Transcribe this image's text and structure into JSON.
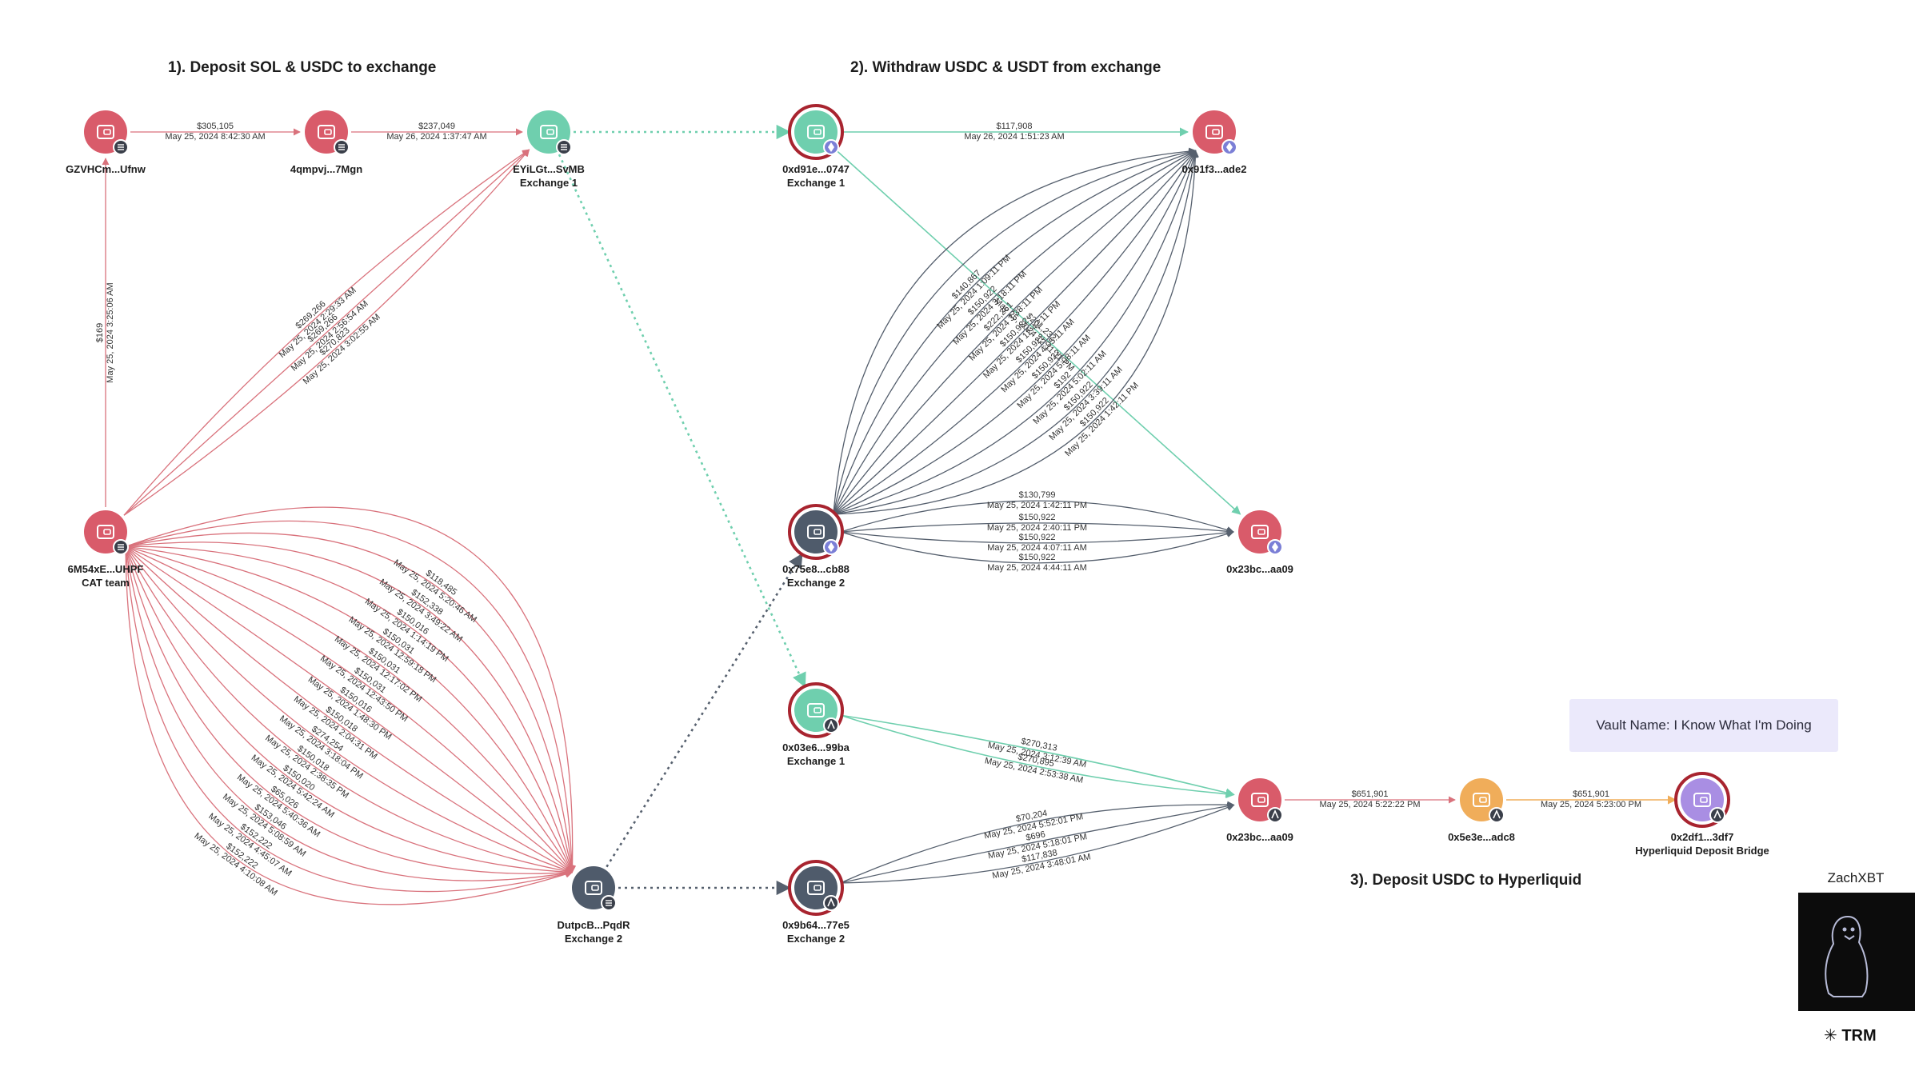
{
  "titles": {
    "s1": "1). Deposit SOL & USDC to exchange",
    "s2": "2). Withdraw USDC & USDT from exchange",
    "s3": "3). Deposit USDC to Hyperliquid"
  },
  "nodes": [
    {
      "id": "gzv",
      "label": "GZVHCm...Ufnw",
      "sub": "",
      "chain": "sol",
      "color": "#d95b6a",
      "ring": false,
      "badge": "sol"
    },
    {
      "id": "4qm",
      "label": "4qmpvj...7Mgn",
      "sub": "",
      "chain": "sol",
      "color": "#d95b6a",
      "ring": false,
      "badge": "sol"
    },
    {
      "id": "eyi",
      "label": "EYiLGt...SvMB",
      "sub": "Exchange 1",
      "chain": "sol",
      "color": "#6fcfae",
      "ring": false,
      "badge": "sol"
    },
    {
      "id": "6m5",
      "label": "6M54xE...UHPF",
      "sub": "CAT team",
      "chain": "sol",
      "color": "#d95b6a",
      "ring": false,
      "badge": "sol"
    },
    {
      "id": "dut",
      "label": "DutpcB...PqdR",
      "sub": "Exchange 2",
      "chain": "sol",
      "color": "#4f5b6b",
      "ring": false,
      "badge": "sol"
    },
    {
      "id": "d91",
      "label": "0xd91e...0747",
      "sub": "Exchange 1",
      "chain": "eth",
      "color": "#6fcfae",
      "ring": true,
      "badge": "eth"
    },
    {
      "id": "91f",
      "label": "0x91f3...ade2",
      "sub": "",
      "chain": "eth",
      "color": "#d95b6a",
      "ring": false,
      "badge": "eth"
    },
    {
      "id": "75e",
      "label": "0x75e8...cb88",
      "sub": "Exchange 2",
      "chain": "eth",
      "color": "#4f5b6b",
      "ring": true,
      "badge": "eth"
    },
    {
      "id": "23b1",
      "label": "0x23bc...aa09",
      "sub": "",
      "chain": "eth",
      "color": "#d95b6a",
      "ring": false,
      "badge": "eth"
    },
    {
      "id": "03e",
      "label": "0x03e6...99ba",
      "sub": "Exchange 1",
      "chain": "arb",
      "color": "#6fcfae",
      "ring": true,
      "badge": "arb"
    },
    {
      "id": "9b6",
      "label": "0x9b64...77e5",
      "sub": "Exchange 2",
      "chain": "arb",
      "color": "#4f5b6b",
      "ring": true,
      "badge": "arb"
    },
    {
      "id": "23b2",
      "label": "0x23bc...aa09",
      "sub": "",
      "chain": "arb",
      "color": "#d95b6a",
      "ring": false,
      "badge": "arb"
    },
    {
      "id": "5e3",
      "label": "0x5e3e...adc8",
      "sub": "",
      "chain": "arb",
      "color": "#f0ad5a",
      "ring": false,
      "badge": "arb"
    },
    {
      "id": "2df",
      "label": "0x2df1...3df7",
      "sub": "Hyperliquid Deposit Bridge",
      "chain": "arb",
      "color": "#a98ee3",
      "ring": true,
      "badge": "arb"
    }
  ],
  "edges": [
    {
      "id": "e1",
      "from": "gzv",
      "to": "4qm",
      "amount": "$305,105",
      "date": "May 25, 2024 8:42:30 AM",
      "kind": "straight"
    },
    {
      "id": "e2",
      "from": "4qm",
      "to": "eyi",
      "amount": "$237,049",
      "date": "May 26, 2024 1:37:47 AM",
      "kind": "straight"
    },
    {
      "id": "e3",
      "from": "6m5",
      "to": "gzv",
      "amount": "$169",
      "date": "May 25, 2024 3:25:06 AM",
      "kind": "straight"
    },
    {
      "id": "e4",
      "from": "6m5",
      "to": "eyi",
      "amount": "$270,823",
      "date": "May 25, 2024 3:02:55 AM",
      "kind": "curve",
      "bend": 0.06
    },
    {
      "id": "e5",
      "from": "6m5",
      "to": "eyi",
      "amount": "$269,266",
      "date": "May 25, 2024 2:56:54 AM",
      "kind": "curve",
      "bend": 0.0
    },
    {
      "id": "e6",
      "from": "6m5",
      "to": "eyi",
      "amount": "$269,266",
      "date": "May 25, 2024 2:29:33 AM",
      "kind": "curve",
      "bend": -0.06
    },
    {
      "id": "c1",
      "from": "6m5",
      "to": "dut",
      "amount": "$152,222",
      "date": "May 25, 2024 4:10:08 AM",
      "kind": "fan",
      "bend": 0.62
    },
    {
      "id": "c2",
      "from": "6m5",
      "to": "dut",
      "amount": "$152,222",
      "date": "May 25, 2024 4:45:07 AM",
      "kind": "fan",
      "bend": 0.54
    },
    {
      "id": "c3",
      "from": "6m5",
      "to": "dut",
      "amount": "$153,046",
      "date": "May 25, 2024 5:08:59 AM",
      "kind": "fan",
      "bend": 0.46
    },
    {
      "id": "c4",
      "from": "6m5",
      "to": "dut",
      "amount": "$65,026",
      "date": "May 25, 2024 5:40:36 AM",
      "kind": "fan",
      "bend": 0.38
    },
    {
      "id": "c5",
      "from": "6m5",
      "to": "dut",
      "amount": "$150,020",
      "date": "May 25, 2024 5:42:24 AM",
      "kind": "fan",
      "bend": 0.3
    },
    {
      "id": "c6",
      "from": "6m5",
      "to": "dut",
      "amount": "$150,018",
      "date": "May 25, 2024 2:38:35 PM",
      "kind": "fan",
      "bend": 0.22
    },
    {
      "id": "c7",
      "from": "6m5",
      "to": "dut",
      "amount": "$274,254",
      "date": "May 25, 2024 3:18:04 PM",
      "kind": "fan",
      "bend": 0.14
    },
    {
      "id": "c8",
      "from": "6m5",
      "to": "dut",
      "amount": "$150,018",
      "date": "May 25, 2024 2:04:31 PM",
      "kind": "fan",
      "bend": 0.06
    },
    {
      "id": "c9",
      "from": "6m5",
      "to": "dut",
      "amount": "$150,016",
      "date": "May 25, 2024 1:48:30 PM",
      "kind": "fan",
      "bend": -0.02
    },
    {
      "id": "c10",
      "from": "6m5",
      "to": "dut",
      "amount": "$150,031",
      "date": "May 25, 2024 12:43:50 PM",
      "kind": "fan",
      "bend": -0.1
    },
    {
      "id": "c11",
      "from": "6m5",
      "to": "dut",
      "amount": "$150,031",
      "date": "May 25, 2024 12:17:02 PM",
      "kind": "fan",
      "bend": -0.18
    },
    {
      "id": "c12",
      "from": "6m5",
      "to": "dut",
      "amount": "$150,031",
      "date": "May 25, 2024 12:59:18 PM",
      "kind": "fan",
      "bend": -0.26
    },
    {
      "id": "c13",
      "from": "6m5",
      "to": "dut",
      "amount": "$150,016",
      "date": "May 25, 2024 1:14:19 PM",
      "kind": "fan",
      "bend": -0.34
    },
    {
      "id": "c14",
      "from": "6m5",
      "to": "dut",
      "amount": "$152,338",
      "date": "May 25, 2024 3:49:22 AM",
      "kind": "fan",
      "bend": -0.42
    },
    {
      "id": "c15",
      "from": "6m5",
      "to": "dut",
      "amount": "$118,485",
      "date": "May 25, 2024 5:20:46 AM",
      "kind": "fan",
      "bend": -0.5
    },
    {
      "id": "c16",
      "from": "6m5",
      "to": "dut",
      "amount": "",
      "date": "",
      "kind": "fan",
      "bend": -0.58
    },
    {
      "id": "c17",
      "from": "6m5",
      "to": "dut",
      "amount": "",
      "date": "",
      "kind": "fan",
      "bend": -0.66
    },
    {
      "id": "x1",
      "from": "eyi",
      "to": "d91",
      "amount": "",
      "date": "",
      "kind": "dotted-green"
    },
    {
      "id": "x2",
      "from": "eyi",
      "to": "03e",
      "amount": "",
      "date": "",
      "kind": "dotted-green"
    },
    {
      "id": "x3",
      "from": "dut",
      "to": "75e",
      "amount": "",
      "date": "",
      "kind": "dotted-dark"
    },
    {
      "id": "x4",
      "from": "dut",
      "to": "9b6",
      "amount": "",
      "date": "",
      "kind": "dotted-dark"
    },
    {
      "id": "w1",
      "from": "d91",
      "to": "91f",
      "amount": "$117,908",
      "date": "May 26, 2024 1:51:23 AM",
      "kind": "straight-green"
    },
    {
      "id": "w2",
      "from": "d91",
      "to": "23b1",
      "amount": "$201,232",
      "date": "May 25, 2024 12:11:11 PM",
      "kind": "straight-green"
    },
    {
      "id": "a1",
      "from": "75e",
      "to": "91f",
      "amount": "$150,922",
      "date": "May 25, 2024 1:42:11 PM",
      "kind": "arc",
      "bend": 0.42
    },
    {
      "id": "a2",
      "from": "75e",
      "to": "91f",
      "amount": "$150,922",
      "date": "May 25, 2024 3:39:11 AM",
      "kind": "arc",
      "bend": 0.34
    },
    {
      "id": "a3",
      "from": "75e",
      "to": "91f",
      "amount": "$192",
      "date": "May 25, 2024 5:02:11 AM",
      "kind": "arc",
      "bend": 0.26
    },
    {
      "id": "a4",
      "from": "75e",
      "to": "91f",
      "amount": "$150,922",
      "date": "May 25, 2024 5:08:11 AM",
      "kind": "arc",
      "bend": 0.18
    },
    {
      "id": "a5",
      "from": "75e",
      "to": "91f",
      "amount": "$150,922",
      "date": "May 25, 2024 4:05:11 AM",
      "kind": "arc",
      "bend": 0.1
    },
    {
      "id": "a6",
      "from": "75e",
      "to": "91f",
      "amount": "$150,922",
      "date": "May 25, 2024 12:42:11 PM",
      "kind": "arc",
      "bend": 0.02
    },
    {
      "id": "a7",
      "from": "75e",
      "to": "91f",
      "amount": "$222,261",
      "date": "May 25, 2024 3:38:11 PM",
      "kind": "arc",
      "bend": -0.06
    },
    {
      "id": "a8",
      "from": "75e",
      "to": "91f",
      "amount": "$150,922",
      "date": "May 25, 2024 3:18:11 PM",
      "kind": "arc",
      "bend": -0.14
    },
    {
      "id": "a9",
      "from": "75e",
      "to": "91f",
      "amount": "$140,867",
      "date": "May 25, 2024 1:09:11 PM",
      "kind": "arc",
      "bend": -0.22
    },
    {
      "id": "a10",
      "from": "75e",
      "to": "91f",
      "amount": "",
      "date": "",
      "kind": "arc",
      "bend": -0.3
    },
    {
      "id": "a11",
      "from": "75e",
      "to": "91f",
      "amount": "",
      "date": "",
      "kind": "arc",
      "bend": -0.38
    },
    {
      "id": "b1",
      "from": "75e",
      "to": "23b1",
      "amount": "$150,922",
      "date": "May 25, 2024 4:44:11 AM",
      "kind": "arc2",
      "bend": 0.14
    },
    {
      "id": "b2",
      "from": "75e",
      "to": "23b1",
      "amount": "$150,922",
      "date": "May 25, 2024 4:07:11 AM",
      "kind": "arc2",
      "bend": 0.05
    },
    {
      "id": "b3",
      "from": "75e",
      "to": "23b1",
      "amount": "$150,922",
      "date": "May 25, 2024 2:40:11 PM",
      "kind": "arc2",
      "bend": -0.04
    },
    {
      "id": "b4",
      "from": "75e",
      "to": "23b1",
      "amount": "$130,799",
      "date": "May 25, 2024 1:42:11 PM",
      "kind": "arc2",
      "bend": -0.14
    },
    {
      "id": "g1",
      "from": "03e",
      "to": "23b2",
      "amount": "$270,895",
      "date": "May 25, 2024 2:53:38 AM",
      "kind": "arc-green",
      "bend": 0.05
    },
    {
      "id": "g2",
      "from": "03e",
      "to": "23b2",
      "amount": "$270,313",
      "date": "May 25, 2024 3:12:39 AM",
      "kind": "arc-green",
      "bend": -0.02
    },
    {
      "id": "h1",
      "from": "9b6",
      "to": "23b2",
      "amount": "$117,838",
      "date": "May 25, 2024 3:48:01 AM",
      "kind": "arc2",
      "bend": 0.08
    },
    {
      "id": "h2",
      "from": "9b6",
      "to": "23b2",
      "amount": "$696",
      "date": "May 25, 2024 5:18:01 PM",
      "kind": "arc2",
      "bend": -0.01
    },
    {
      "id": "h3",
      "from": "9b6",
      "to": "23b2",
      "amount": "$70,204",
      "date": "May 25, 2024 5:52:01 PM",
      "kind": "arc2",
      "bend": -0.1
    },
    {
      "id": "r1",
      "from": "23b2",
      "to": "5e3",
      "amount": "$651,901",
      "date": "May 25, 2024 5:22:22 PM",
      "kind": "straight-red"
    },
    {
      "id": "r2",
      "from": "5e3",
      "to": "2df",
      "amount": "$651,901",
      "date": "May 25, 2024 5:23:00 PM",
      "kind": "straight-orange"
    }
  ],
  "vault_note": "Vault Name: I Know What I'm Doing",
  "author": "ZachXBT",
  "brand": "TRM",
  "colors": {
    "red_edge": "#d9727c",
    "dark_edge": "#56606e",
    "green_edge": "#6fcfae",
    "orange_edge": "#f0ad5a"
  }
}
